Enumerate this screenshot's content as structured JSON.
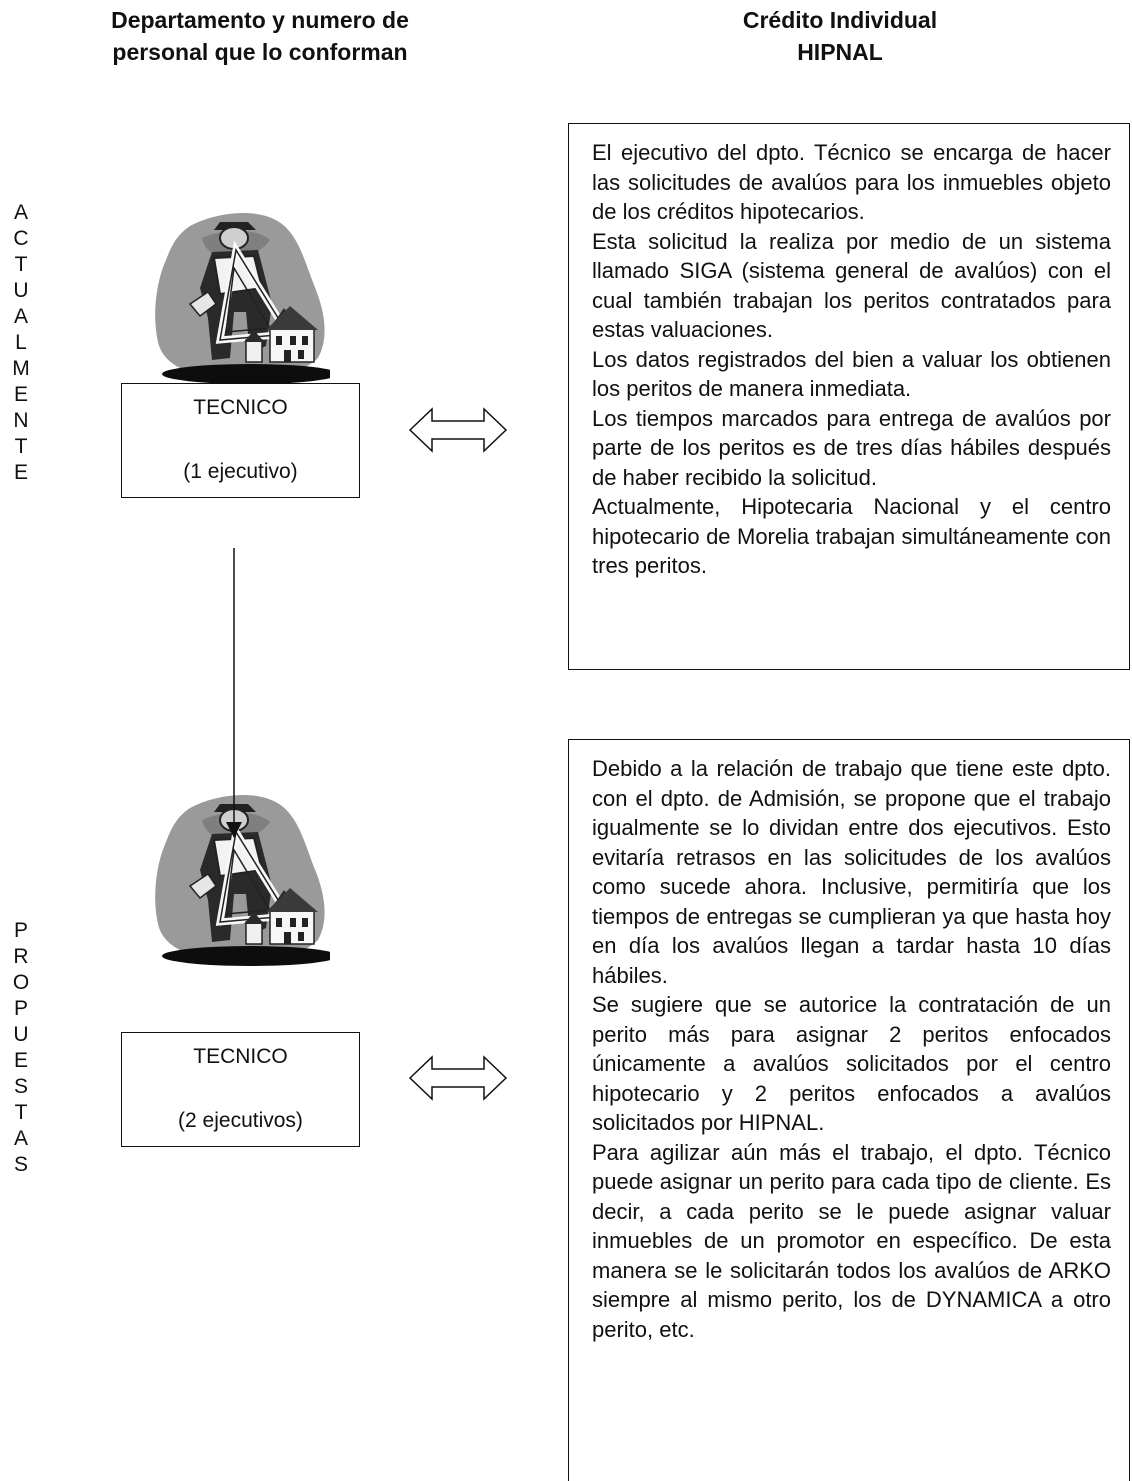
{
  "headers": {
    "left": [
      "Departamento y numero de",
      "personal que lo conforman"
    ],
    "right": [
      "Crédito Individual",
      "HIPNAL"
    ]
  },
  "side_labels": {
    "actual": [
      "A",
      "C",
      "T",
      "U",
      "A",
      "L",
      "M",
      "E",
      "N",
      "T",
      "E"
    ],
    "proposed": [
      "P",
      "R",
      "O",
      "P",
      "U",
      "E",
      "S",
      "T",
      "A",
      "S"
    ]
  },
  "current": {
    "department": "TECNICO",
    "staff": "(1 ejecutivo)",
    "description": [
      "El ejecutivo del dpto. Técnico se encarga de hacer las solicitudes de avalúos para los inmuebles objeto de los créditos hipotecarios.",
      "Esta solicitud la realiza por medio de un sistema llamado SIGA (sistema general de avalúos) con el cual también trabajan los peritos contratados para estas valuaciones.",
      "Los datos registrados del bien a valuar los obtienen los peritos de manera inmediata.",
      "Los tiempos marcados para entrega de avalúos por parte de los peritos es de tres días hábiles después de haber recibido la solicitud.",
      "Actualmente, Hipotecaria Nacional y el centro hipotecario de Morelia trabajan simultáneamente con tres peritos."
    ]
  },
  "proposed": {
    "department": "TECNICO",
    "staff": "(2 ejecutivos)",
    "description": [
      "Debido a la relación de trabajo que tiene este dpto. con el dpto. de Admisión, se propone que el trabajo igualmente se lo dividan entre dos ejecutivos. Esto evitaría retrasos en las solicitudes de los avalúos como sucede ahora. Inclusive, permitiría que los tiempos de entregas se cumplieran ya que hasta hoy en día los avalúos llegan a tardar hasta 10 días hábiles.",
      "Se sugiere que se autorice la contratación de un perito más para asignar 2 peritos enfocados únicamente a avalúos solicitados por el centro hipotecario y 2 peritos enfocados a avalúos solicitados por HIPNAL.",
      "Para agilizar aún más el trabajo, el dpto. Técnico puede asignar un perito para cada tipo de cliente. Es decir, a cada perito se le puede asignar valuar inmuebles de un promotor en específico. De esta manera se le solicitarán todos los avalúos de ARKO siempre al mismo perito, los de DYNAMICA a otro perito, etc."
    ]
  },
  "icons": {
    "clipart": "surveyor-with-drafting-triangle-clipart",
    "double_arrow": "double-headed-arrow-icon",
    "connector": "down-arrow"
  }
}
